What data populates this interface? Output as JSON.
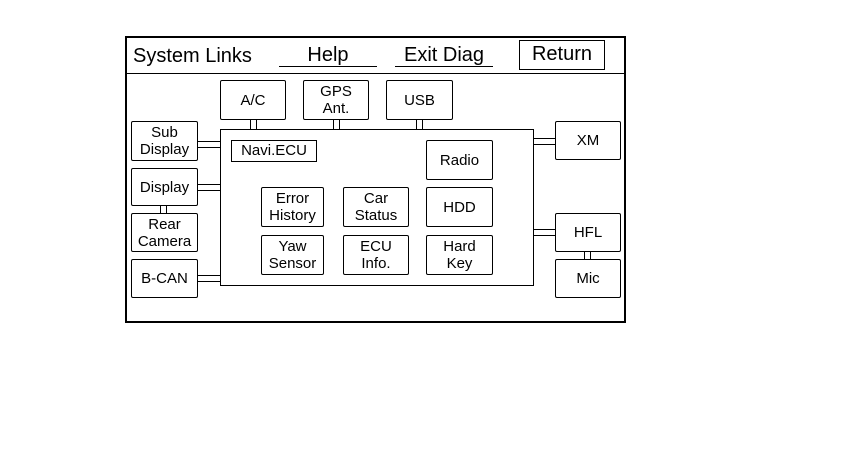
{
  "header": {
    "title": "System Links",
    "help_label": "Help",
    "exit_label": "Exit Diag",
    "return_label": "Return"
  },
  "ecu": {
    "label": "Navi.ECU",
    "items": {
      "error_history": "Error\nHistory",
      "car_status": "Car\nStatus",
      "radio": "Radio",
      "hdd": "HDD",
      "yaw_sensor": "Yaw\nSensor",
      "ecu_info": "ECU\nInfo.",
      "hard_key": "Hard\nKey"
    }
  },
  "peripherals": {
    "ac": "A/C",
    "gps": "GPS\nAnt.",
    "usb": "USB",
    "sub_display": "Sub\nDisplay",
    "display": "Display",
    "rear_camera": "Rear\nCamera",
    "bcan": "B-CAN",
    "xm": "XM",
    "hfl": "HFL",
    "mic": "Mic"
  }
}
